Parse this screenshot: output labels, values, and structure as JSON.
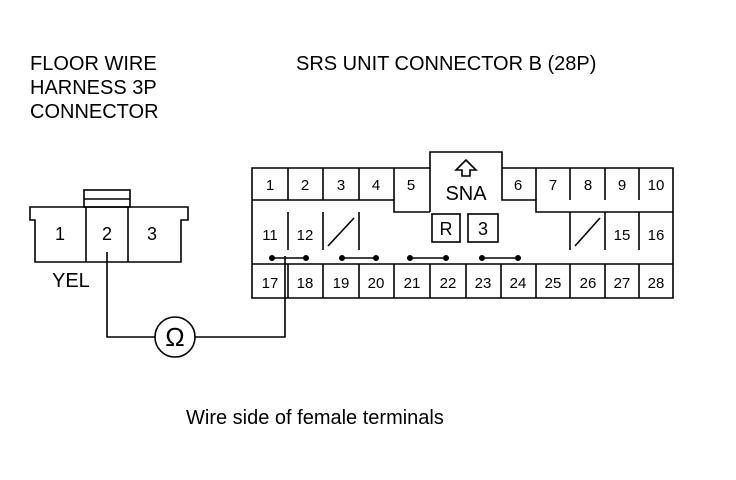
{
  "floor_connector": {
    "title_lines": [
      "FLOOR WIRE",
      "HARNESS 3P",
      "CONNECTOR"
    ],
    "pins": [
      "1",
      "2",
      "3"
    ],
    "wire_color": "YEL"
  },
  "srs_connector": {
    "title": "SRS UNIT CONNECTOR B (28P)",
    "key_label": "SNA",
    "markers": [
      "R",
      "3"
    ],
    "row1_left": [
      "1",
      "2",
      "3",
      "4",
      "5"
    ],
    "row1_right": [
      "6",
      "7",
      "8",
      "9",
      "10"
    ],
    "row2_left": [
      "11",
      "12"
    ],
    "row2_right": [
      "15",
      "16"
    ],
    "row3": [
      "17",
      "18",
      "19",
      "20",
      "21",
      "22",
      "23",
      "24",
      "25",
      "26",
      "27",
      "28"
    ]
  },
  "meter_symbol": "Ω",
  "caption": "Wire side of female terminals",
  "colors": {
    "line": "#000000",
    "background": "#ffffff"
  }
}
